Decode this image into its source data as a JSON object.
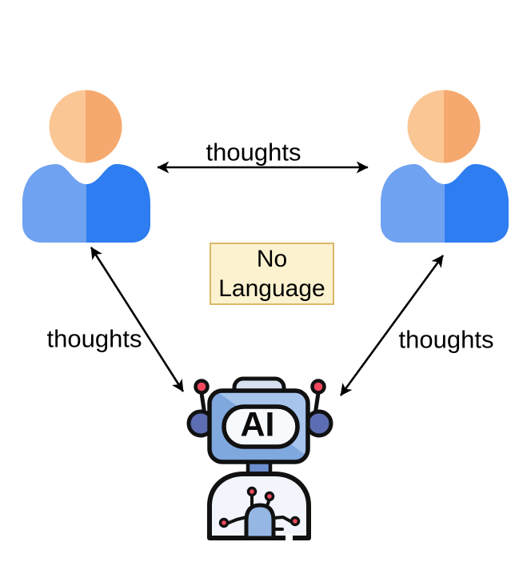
{
  "diagram": {
    "type": "concept-diagram",
    "nodes": {
      "person_left": {
        "icon": "person-icon"
      },
      "person_right": {
        "icon": "person-icon"
      },
      "ai_robot": {
        "icon": "robot-icon",
        "face_label": "AI"
      },
      "center_box": {
        "label": "No Language"
      }
    },
    "arrows": [
      {
        "from": "person_left",
        "to": "person_right",
        "label": "thoughts",
        "style": "double-headed"
      },
      {
        "from": "person_left",
        "to": "ai_robot",
        "label": "thoughts",
        "style": "double-headed"
      },
      {
        "from": "person_right",
        "to": "ai_robot",
        "label": "thoughts",
        "style": "double-headed"
      }
    ],
    "colors": {
      "person_head_light": "#FAC694",
      "person_head_dark": "#F5A96E",
      "person_body_light": "#6FA2F0",
      "person_body_dark": "#2E7DF1",
      "box_fill": "#FCF2CF",
      "box_border": "#D9B868",
      "arrow": "#000000",
      "robot_head": "#7FA8DF",
      "robot_head_highlight": "#A6C4EC",
      "robot_ear": "#5D6DB3",
      "robot_cap": "#D6E0EF",
      "robot_neck": "#6C8FD0",
      "robot_face": "#F7FAFD",
      "robot_body": "#F2F5FC",
      "robot_chip": "#96B7E3",
      "robot_accent_red": "#F4495E",
      "robot_outline": "#111111"
    }
  }
}
